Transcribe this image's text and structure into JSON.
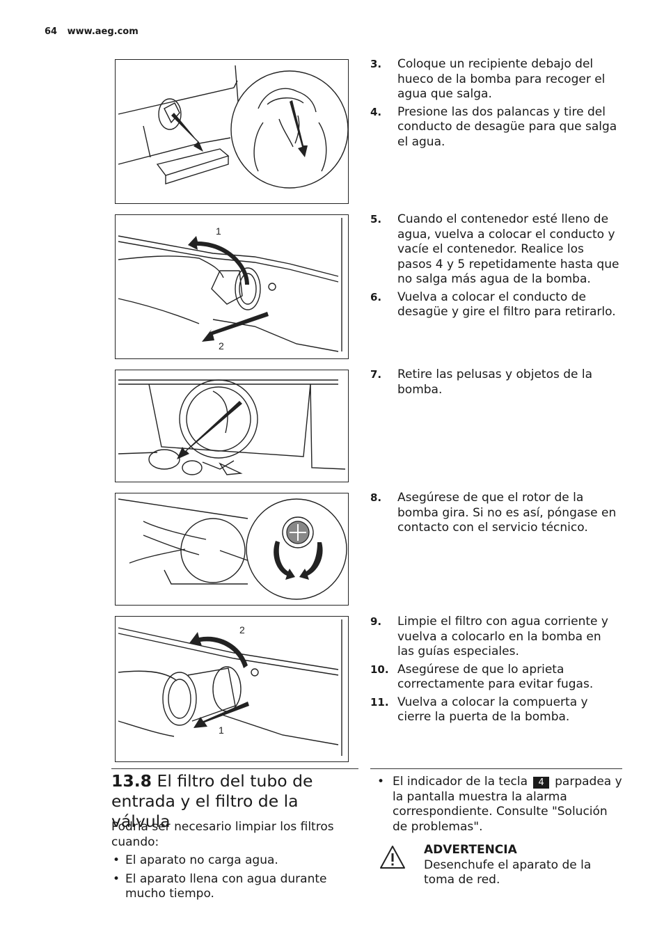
{
  "header": {
    "page_number": "64",
    "site": "www.aeg.com"
  },
  "figures": [
    {
      "callouts": []
    },
    {
      "callouts": [
        "1",
        "2"
      ]
    },
    {
      "callouts": []
    },
    {
      "callouts": []
    },
    {
      "callouts": [
        "2",
        "1"
      ]
    }
  ],
  "steps": [
    {
      "num": "3.",
      "text": "Coloque un recipiente debajo del hueco de la bomba para recoger el agua que salga."
    },
    {
      "num": "4.",
      "text": "Presione las dos palancas y tire del conducto de desagüe para que salga el agua."
    },
    {
      "num": "5.",
      "text": "Cuando el contenedor esté lleno de agua, vuelva a colocar el conducto y vacíe el contenedor. Realice los pasos 4 y 5 repetidamente hasta que no salga más agua de la bomba."
    },
    {
      "num": "6.",
      "text": "Vuelva a colocar el conducto de desagüe y gire el filtro para retirarlo."
    },
    {
      "num": "7.",
      "text": "Retire las pelusas y objetos de la bomba."
    },
    {
      "num": "8.",
      "text": "Asegúrese de que el rotor de la bomba gira. Si no es así, póngase en contacto con el servicio técnico."
    },
    {
      "num": "9.",
      "text": "Limpie el filtro con agua corriente y vuelva a colocarlo en la bomba en las guías especiales."
    },
    {
      "num": "10.",
      "text": "Asegúrese de que lo aprieta correctamente para evitar fugas."
    },
    {
      "num": "11.",
      "text": "Vuelva a colocar la compuerta y cierre la puerta de la bomba."
    }
  ],
  "section": {
    "number": "13.8",
    "title": "El filtro del tubo de entrada y el filtro de la válvula",
    "intro": "Podría ser necesario limpiar los filtros cuando:",
    "bullets": [
      "El aparato no carga agua.",
      "El aparato llena con agua durante mucho tiempo."
    ]
  },
  "right_col": {
    "bullet_pre": "El indicador de la tecla",
    "key_label": "4",
    "bullet_post": "parpadea y la pantalla muestra la alarma correspondiente. Consulte \"Solución de problemas\".",
    "warning_title": "ADVERTENCIA",
    "warning_text": "Desenchufe el aparato de la toma de red."
  }
}
